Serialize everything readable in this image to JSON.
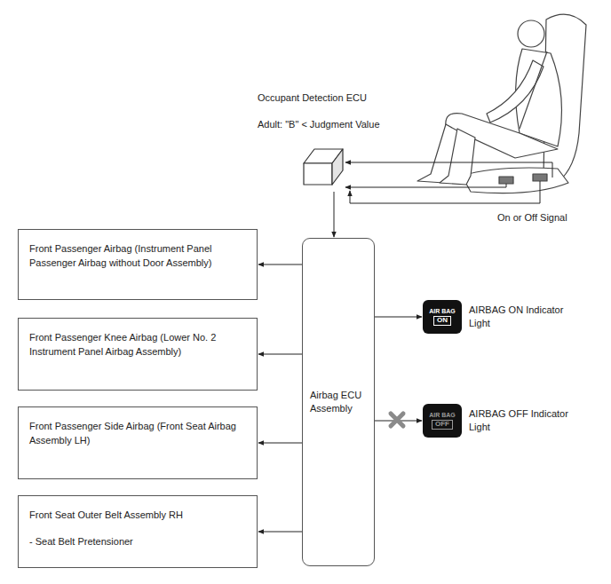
{
  "diagram": {
    "nodes": [
      {
        "text": [
          "Occupant Detection ECU",
          "Adult: \"B\" < Judgment Value"
        ]
      },
      {
        "text": [
          "Front Passenger Airbag (Instrument Panel Passenger Airbag without Door Assembly)"
        ]
      },
      {
        "text": [
          "Front Passenger Knee Airbag (Lower No. 2 Instrument Panel Airbag Assembly)"
        ]
      },
      {
        "text": [
          "Front Passenger Side Airbag (Front Seat Airbag Assembly LH)"
        ]
      },
      {
        "text": [
          "Front Seat Outer Belt Assembly RH",
          "- Seat Belt Pretensioner"
        ]
      },
      {
        "text": [
          "Airbag ECU Assembly"
        ]
      },
      {
        "text": [
          "AIR BAG",
          "ON"
        ]
      },
      {
        "text": [
          "AIR BAG",
          "OFF"
        ]
      }
    ],
    "edges": [
      {
        "from": 0,
        "to": 5,
        "arrow": "to"
      },
      {
        "from": 5,
        "to": 1,
        "arrow": "to"
      },
      {
        "from": 5,
        "to": 2,
        "arrow": "to"
      },
      {
        "from": 5,
        "to": 3,
        "arrow": "to"
      },
      {
        "from": 5,
        "to": 4,
        "arrow": "to"
      },
      {
        "from": 5,
        "to": 6,
        "arrow": "to"
      },
      {
        "from": 5,
        "to": 7,
        "arrow": "to"
      }
    ],
    "labels": [
      "On or Off Signal",
      "AIRBAG ON Indicator Light",
      "AIRBAG OFF Indicator Light"
    ]
  }
}
